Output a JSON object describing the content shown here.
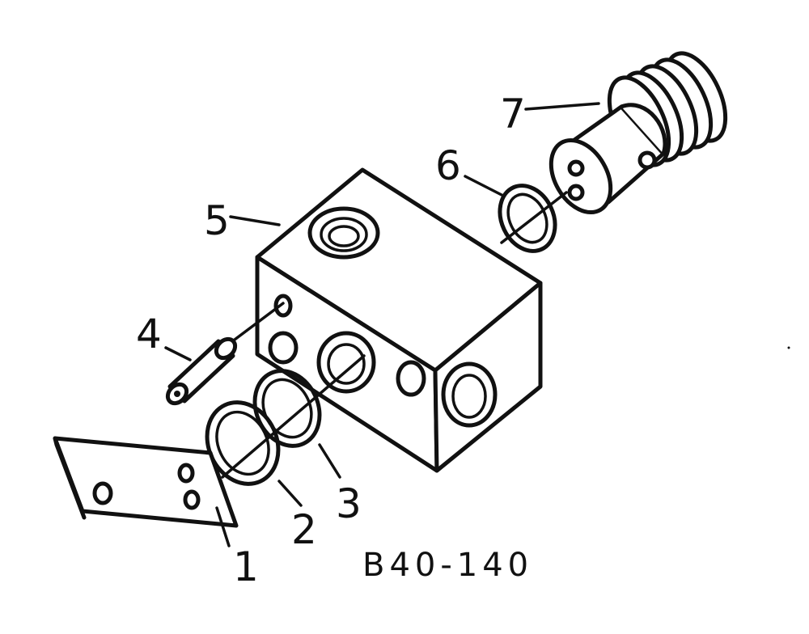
{
  "callouts": [
    {
      "id": "1",
      "label": "1"
    },
    {
      "id": "2",
      "label": "2"
    },
    {
      "id": "3",
      "label": "3"
    },
    {
      "id": "4",
      "label": "4"
    },
    {
      "id": "5",
      "label": "5"
    },
    {
      "id": "6",
      "label": "6"
    },
    {
      "id": "7",
      "label": "7"
    }
  ],
  "figure_code": "B40-140",
  "colors": {
    "ink": "#111111",
    "background": "#ffffff"
  }
}
